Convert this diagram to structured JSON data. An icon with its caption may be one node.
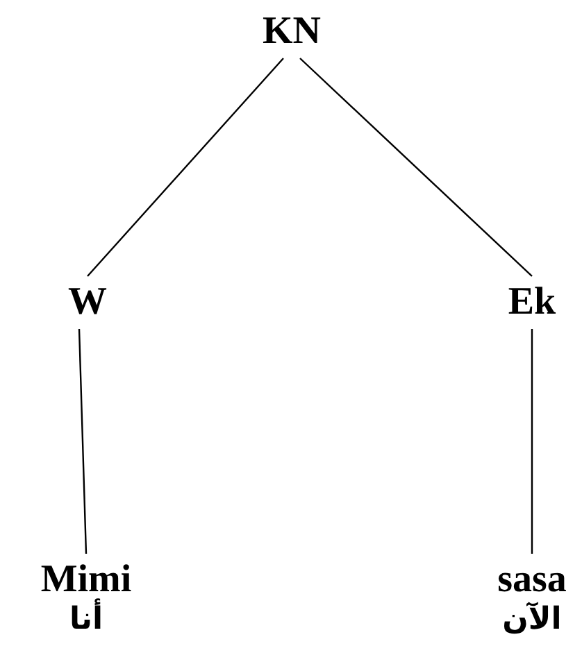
{
  "diagram": {
    "nodes": [
      {
        "text": [
          "KN"
        ]
      },
      {
        "text": [
          "W"
        ]
      },
      {
        "text": [
          "Ek"
        ]
      },
      {
        "text": [
          "Mimi",
          "أنا"
        ]
      },
      {
        "text": [
          "sasa",
          "الآن"
        ]
      }
    ],
    "edges": [
      {
        "from": 0,
        "to": 1,
        "arrow": "none"
      },
      {
        "from": 0,
        "to": 2,
        "arrow": "none"
      },
      {
        "from": 1,
        "to": 3,
        "arrow": "none"
      },
      {
        "from": 2,
        "to": 4,
        "arrow": "none"
      }
    ]
  }
}
